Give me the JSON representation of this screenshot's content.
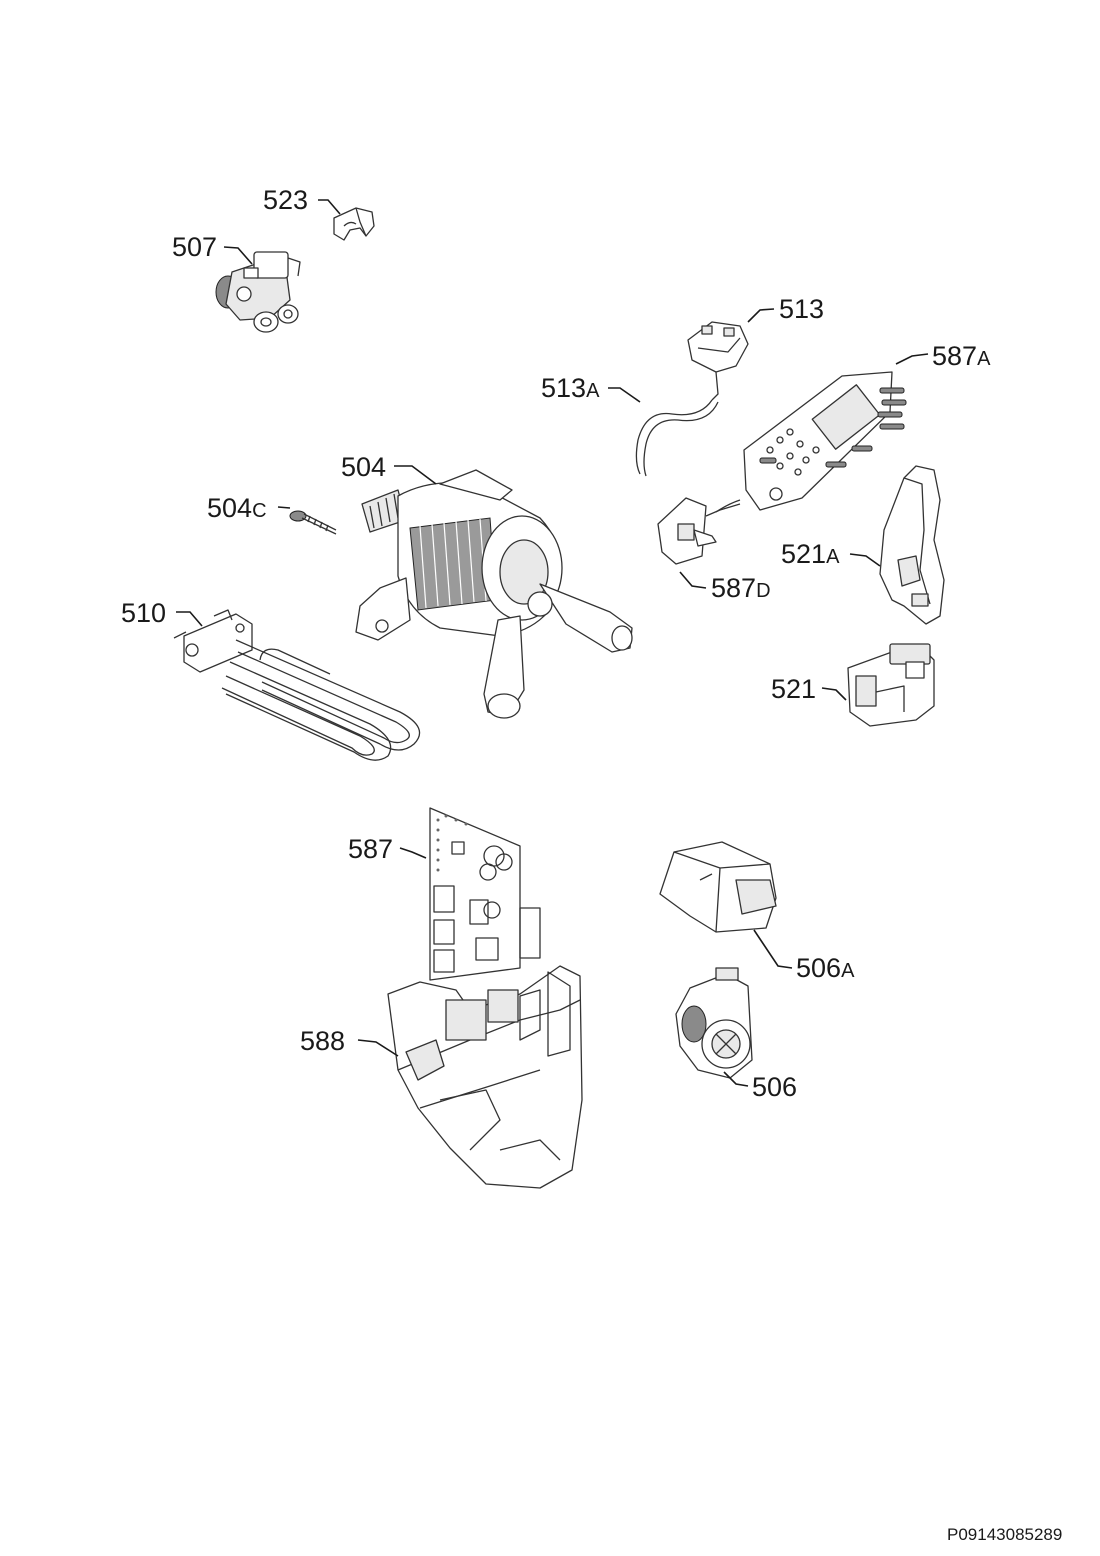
{
  "labels": {
    "p523": {
      "num": "523",
      "sfx": ""
    },
    "p507": {
      "num": "507",
      "sfx": ""
    },
    "p513": {
      "num": "513",
      "sfx": ""
    },
    "p587a": {
      "num": "587",
      "sfx": "A"
    },
    "p513a": {
      "num": "513",
      "sfx": "A"
    },
    "p504": {
      "num": "504",
      "sfx": ""
    },
    "p504c": {
      "num": "504",
      "sfx": "C"
    },
    "p510": {
      "num": "510",
      "sfx": ""
    },
    "p521a": {
      "num": "521",
      "sfx": "A"
    },
    "p587d": {
      "num": "587",
      "sfx": "D"
    },
    "p521": {
      "num": "521",
      "sfx": ""
    },
    "p587": {
      "num": "587",
      "sfx": ""
    },
    "p506a": {
      "num": "506",
      "sfx": "A"
    },
    "p588": {
      "num": "588",
      "sfx": ""
    },
    "p506": {
      "num": "506",
      "sfx": ""
    }
  },
  "document_id": "P09143085289"
}
